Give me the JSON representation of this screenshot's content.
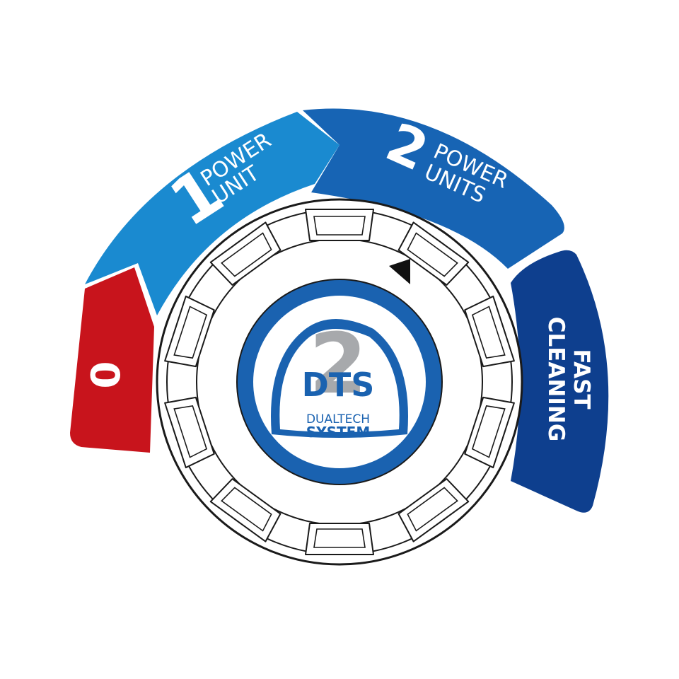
{
  "colors": {
    "off_red": "#c8141c",
    "one_unit_blue": "#1a8ad0",
    "two_units_blue": "#1764b4",
    "fast_cleaning_navy": "#0e3f8e",
    "knob_ring_blue": "#1a62b0",
    "logo_grey": "#a7a9ac",
    "logo_blue": "#1a62b0"
  },
  "modes": {
    "off": {
      "label": "0"
    },
    "one_unit": {
      "number": "1",
      "line1": "POWER",
      "line2": "UNIT"
    },
    "two_units": {
      "number": "2",
      "line1": "POWER",
      "line2": "UNITS"
    },
    "fast_cleaning": {
      "line1": "FAST",
      "line2": "CLEANING"
    }
  },
  "logo": {
    "digit": "2",
    "title": "DTS",
    "line1": "DUALTECH",
    "line2": "SYSTEM"
  },
  "knob": {
    "pointer_icon": "triangle-pointer-icon",
    "selected_mode": "two_units"
  }
}
